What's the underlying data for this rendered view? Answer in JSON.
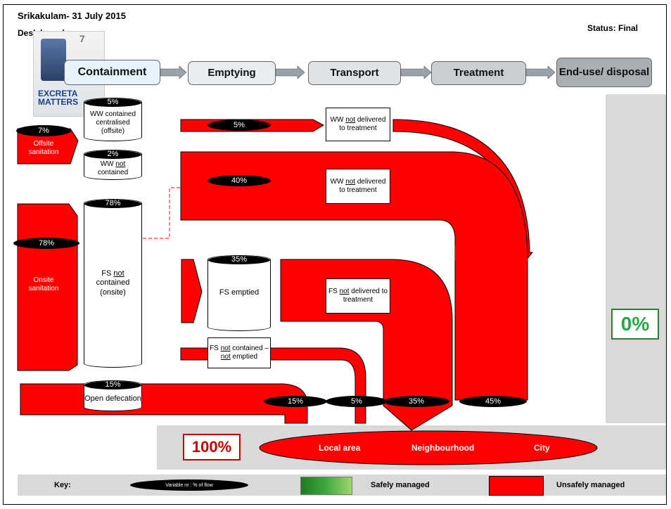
{
  "title": "Srikakulam- 31 July 2015",
  "subtitle": "Desk based",
  "status": "Status: Final",
  "logo_text": "EXCRETA MATTERS",
  "logo_badge": "7",
  "stages": [
    "Containment",
    "Emptying",
    "Transport",
    "Treatment",
    "End-use/ disposal"
  ],
  "offsite": {
    "label": "Offsite sanitation",
    "pct": "7%"
  },
  "onsite": {
    "label": "Onsite sanitation",
    "pct": "78%"
  },
  "ww_contained": {
    "pct": "5%",
    "label": "WW contained centralised (offsite)"
  },
  "ww_not_contained": {
    "pct": "2%",
    "pre": "WW ",
    "under": "not",
    "post": " contained"
  },
  "fs_not_contained": {
    "pct": "78%",
    "pre": "FS ",
    "under": "not",
    "post": " contained (onsite)"
  },
  "fs_emptied": {
    "pct": "35%",
    "label": "FS emptied"
  },
  "open_defecation": {
    "pct": "15%",
    "label": "Open defecation"
  },
  "flows": {
    "ww_top": "5%",
    "ww_mid": "40%"
  },
  "notes": {
    "ww_not_delivered_pre": "WW ",
    "ww_not_delivered_under": "not",
    "ww_not_delivered_post": " delivered to treatment",
    "fs_not_delivered_pre": "FS ",
    "fs_not_delivered_under": "not",
    "fs_not_delivered_post": " delivered to treatment",
    "fs_not_emptied_a": "FS ",
    "fs_not_emptied_b": "not",
    "fs_not_emptied_c": " contained – ",
    "fs_not_emptied_d": "not",
    "fs_not_emptied_e": " emptied"
  },
  "outlets": [
    "15%",
    "5%",
    "35%",
    "45%"
  ],
  "safely_managed_pct": "0%",
  "total_pct": "100%",
  "areas": [
    "Local area",
    "Neighbourhood",
    "City"
  ],
  "key": {
    "label": "Key:",
    "pill_text": "Variable nr  :  % of flow",
    "safe_label": "Safely managed",
    "unsafe_label": "Unsafely managed"
  },
  "colors": {
    "unsafe": "#ff0000",
    "safe": "#3ea63e",
    "panel": "#d9d9d9",
    "total_text": "#c00000",
    "stage_grad": [
      "#e8f3fb",
      "#cfd3d6"
    ]
  }
}
